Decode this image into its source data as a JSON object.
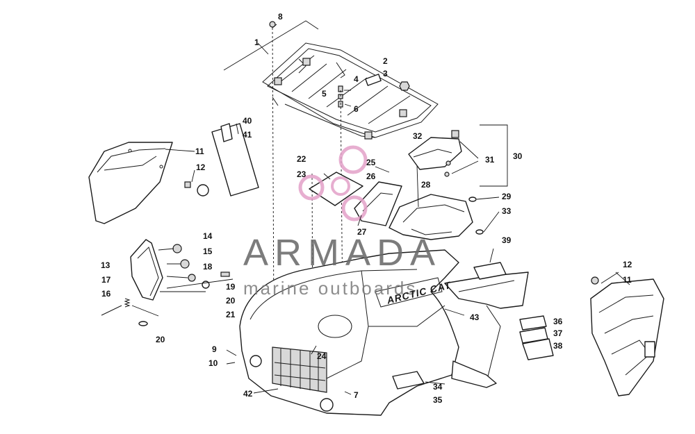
{
  "diagram": {
    "callouts": {
      "c1": "1",
      "c2": "2",
      "c3": "3",
      "c4": "4",
      "c5": "5",
      "c6": "6",
      "c7": "7",
      "c8": "8",
      "c9": "9",
      "c10": "10",
      "c11a": "11",
      "c11b": "11",
      "c12a": "12",
      "c12b": "12",
      "c13": "13",
      "c14": "14",
      "c15": "15",
      "c16": "16",
      "c17": "17",
      "c18": "18",
      "c19": "19",
      "c20a": "20",
      "c20b": "20",
      "c21": "21",
      "c22": "22",
      "c23": "23",
      "c24": "24",
      "c25": "25",
      "c26": "26",
      "c27": "27",
      "c28": "28",
      "c29": "29",
      "c30": "30",
      "c31": "31",
      "c32": "32",
      "c33": "33",
      "c34": "34",
      "c35": "35",
      "c36": "36",
      "c37": "37",
      "c38": "38",
      "c39": "39",
      "c40": "40",
      "c41": "41",
      "c42": "42",
      "c43": "43"
    },
    "decal_text": "ARCTIC CAT"
  },
  "watermark": {
    "title": "ARMADA",
    "subtitle": "marine outboards",
    "accent_color": "#e3a1c8"
  },
  "colors": {
    "line": "#1a1a1a",
    "background": "#ffffff",
    "watermark_text": "#6b6b6b"
  }
}
